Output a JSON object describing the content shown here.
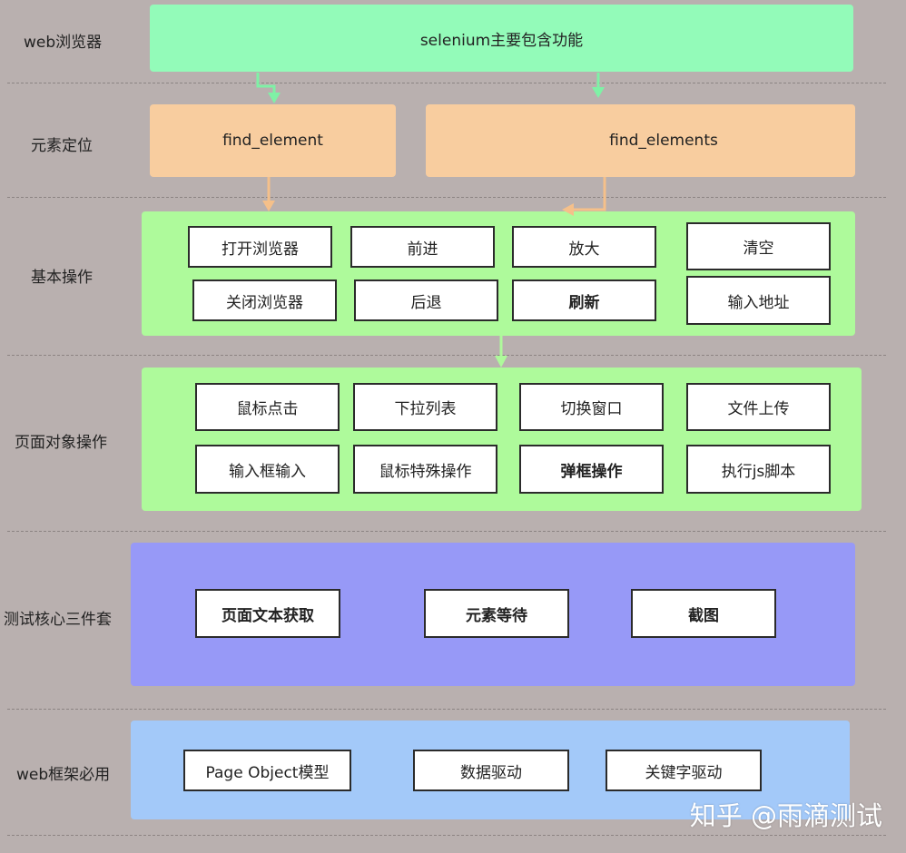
{
  "colors": {
    "background": "#b9b0af",
    "top_green": "#93fbb9",
    "orange": "#f8cd9f",
    "light_green": "#aefa9b",
    "purple": "#9799f7",
    "light_blue": "#a3c9f9",
    "arrow_green": "#7ff1a6",
    "arrow_orange": "#f5c08a"
  },
  "rows": [
    {
      "label": "web浏览器"
    },
    {
      "label": "元素定位"
    },
    {
      "label": "基本操作"
    },
    {
      "label": "页面对象操作"
    },
    {
      "label": "测试核心三件套"
    },
    {
      "label": "web框架必用"
    }
  ],
  "top": {
    "title": "selenium主要包含功能"
  },
  "locate": {
    "left": "find_element",
    "right": "find_elements"
  },
  "basic": {
    "items": [
      "打开浏览器",
      "前进",
      "放大",
      "清空",
      "关闭浏览器",
      "后退",
      "刷新",
      "输入地址"
    ]
  },
  "page_ops": {
    "items": [
      "鼠标点击",
      "下拉列表",
      "切换窗口",
      "文件上传",
      "输入框输入",
      "鼠标特殊操作",
      "弹框操作",
      "执行js脚本"
    ]
  },
  "core": {
    "items": [
      "页面文本获取",
      "元素等待",
      "截图"
    ]
  },
  "framework": {
    "items": [
      "Page Object模型",
      "数据驱动",
      "关键字驱动"
    ]
  },
  "watermark": "知乎 @雨滴测试"
}
